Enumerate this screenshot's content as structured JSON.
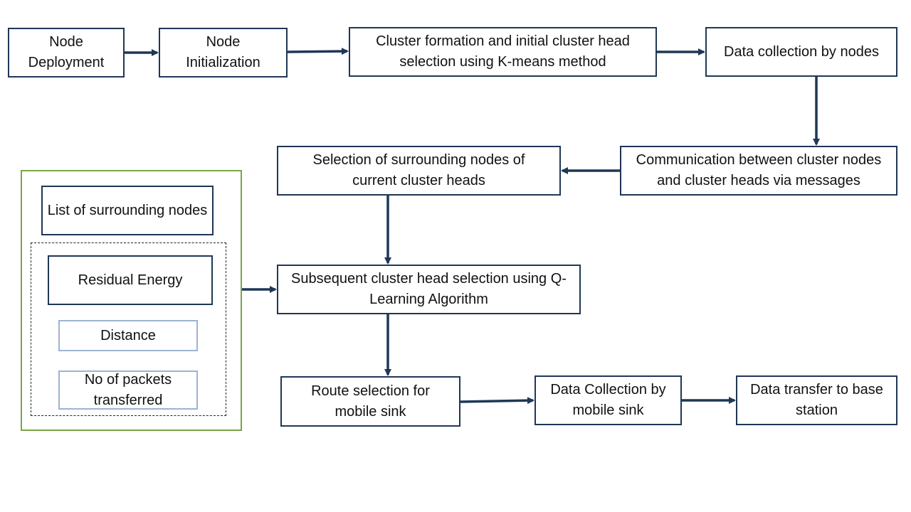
{
  "nodes": {
    "node_deployment": "Node Deployment",
    "node_initialization": "Node Initialization",
    "cluster_formation": "Cluster formation and initial cluster head selection using K-means method",
    "data_collection_nodes": "Data collection by nodes",
    "communication": "Communication between cluster nodes and cluster heads via messages",
    "selection_surrounding": "Selection of surrounding nodes of current cluster heads",
    "subsequent_selection": "Subsequent cluster head selection using Q-Learning Algorithm",
    "route_selection": "Route selection for mobile sink",
    "data_collection_sink": "Data Collection by mobile sink",
    "data_transfer": "Data transfer to base station"
  },
  "input_panel": {
    "list_surrounding": "List of surrounding nodes",
    "residual_energy": "Residual Energy",
    "distance": "Distance",
    "packets": "No of packets transferred"
  },
  "colors": {
    "box_border": "#1f3757",
    "arrow": "#1f3757",
    "light_border": "#9db3d3",
    "group_border": "#79a646"
  }
}
